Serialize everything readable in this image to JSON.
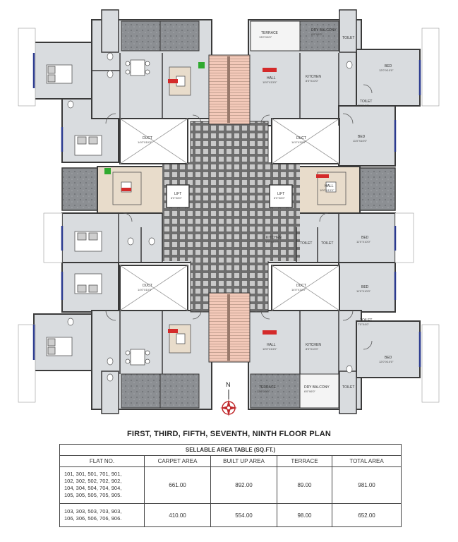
{
  "plan": {
    "title": "FIRST, THIRD, FIFTH, SEVENTH, NINTH FLOOR PLAN",
    "north_label": "N",
    "rooms": {
      "bed": "BED",
      "bed_size": "11'0\"X10'0\"",
      "bed_size_2": "12'0\"X10'0\"",
      "hall": "HALL",
      "hall_size": "10'0\"X13'0\"",
      "kitchen": "KITCHEN",
      "kitchen_size": "8'0\"X10'0\"",
      "toilet": "TOILET",
      "toilet_size": "7'0\"X4'0\"",
      "duct": "DUCT",
      "duct_size": "14'0\"X10'0\"",
      "lift": "LIFT",
      "lift_size": "6'0\"X6'0\"",
      "terrace": "TERRACE",
      "terrace_size": "13'0\"X6'0\"",
      "dry_balcony": "DRY BALCONY",
      "dry_balcony_size": "6'0\"X6'0\""
    }
  },
  "table": {
    "caption": "SELLABLE AREA TABLE (SQ.FT.)",
    "headers": [
      "FLAT NO.",
      "CARPET AREA",
      "BUILT UP AREA",
      "TERRACE",
      "TOTAL AREA"
    ],
    "rows": [
      {
        "flat_lines": [
          "101, 301, 501, 701, 901,",
          "102, 302, 502, 702, 902,",
          "104, 304, 504, 704, 904,",
          "105, 305, 505, 705, 905."
        ],
        "carpet": "661.00",
        "builtup": "892.00",
        "terrace": "89.00",
        "total": "981.00"
      },
      {
        "flat_lines": [
          "103, 303, 503, 703, 903,",
          "106, 306, 506, 706, 906."
        ],
        "carpet": "410.00",
        "builtup": "554.00",
        "terrace": "98.00",
        "total": "652.00"
      }
    ]
  },
  "colors": {
    "room_fill": "#d9dcdf",
    "wall": "#3a3a3a",
    "window": "#2b3a8f",
    "lobby_tile": "#8a8a8a",
    "furniture_red": "#d42a2a",
    "plant_green": "#2faa2f",
    "compass_red": "#c0282b"
  }
}
